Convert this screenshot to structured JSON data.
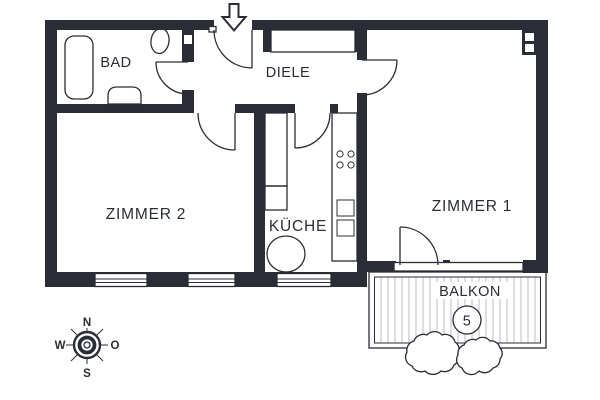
{
  "rooms": {
    "bad": "BAD",
    "diele": "DIELE",
    "zimmer2": "ZIMMER 2",
    "kueche": "KÜCHE",
    "zimmer1": "ZIMMER 1",
    "balkon": "BALKON"
  },
  "balcony": {
    "unit_number": "5"
  },
  "compass": {
    "north": "N",
    "east": "O",
    "south": "S",
    "west": "W"
  },
  "icons": {
    "entrance_arrow": "down-arrow",
    "compass_rose": "compass-rose",
    "bathtub": "bathtub",
    "toilet": "toilet",
    "sink": "washbasin",
    "stove": "4-burner-stove",
    "kitchen_sink": "double-sink",
    "table": "round-table",
    "shrub": "shrub"
  },
  "colors": {
    "wall": "#2a2d35",
    "deck_stripe": "#b9bdc4",
    "background": "#ffffff"
  }
}
